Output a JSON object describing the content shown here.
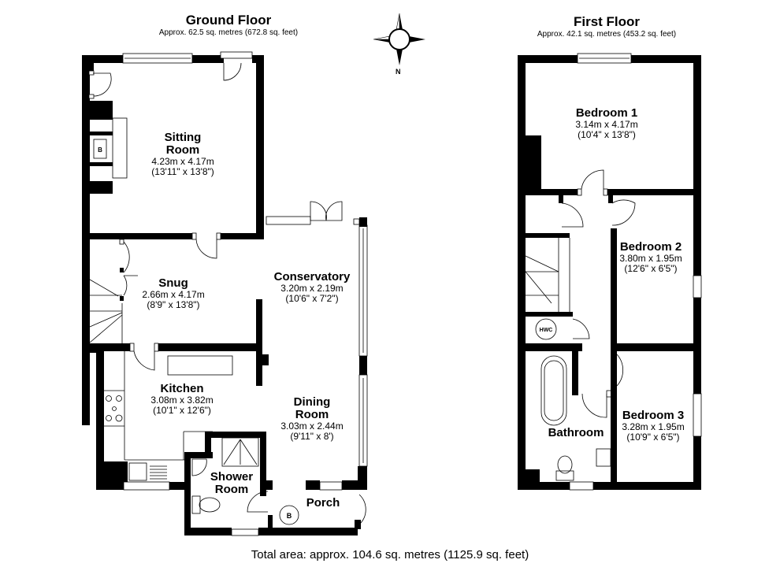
{
  "ground_floor": {
    "title": "Ground Floor",
    "area": "Approx. 62.5 sq. metres (672.8 sq. feet)",
    "rooms": [
      {
        "name_line1": "Sitting",
        "name_line2": "Room",
        "metric": "4.23m x 4.17m",
        "imperial": "(13'11\" x 13'8\")"
      },
      {
        "name_line1": "Snug",
        "name_line2": "",
        "metric": "2.66m x 4.17m",
        "imperial": "(8'9\" x 13'8\")"
      },
      {
        "name_line1": "Conservatory",
        "name_line2": "",
        "metric": "3.20m x 2.19m",
        "imperial": "(10'6\" x 7'2\")"
      },
      {
        "name_line1": "Kitchen",
        "name_line2": "",
        "metric": "3.08m x 3.82m",
        "imperial": "(10'1\" x 12'6\")"
      },
      {
        "name_line1": "Dining",
        "name_line2": "Room",
        "metric": "3.03m x 2.44m",
        "imperial": "(9'11\" x 8')"
      },
      {
        "name_line1": "Shower",
        "name_line2": "Room",
        "metric": "",
        "imperial": ""
      },
      {
        "name_line1": "Porch",
        "name_line2": "",
        "metric": "",
        "imperial": ""
      }
    ],
    "symbols": {
      "boiler_sitting": "B",
      "boiler_porch": "B"
    }
  },
  "first_floor": {
    "title": "First Floor",
    "area": "Approx. 42.1 sq. metres (453.2 sq. feet)",
    "rooms": [
      {
        "name_line1": "Bedroom 1",
        "metric": "3.14m x 4.17m",
        "imperial": "(10'4\" x 13'8\")"
      },
      {
        "name_line1": "Bedroom 2",
        "metric": "3.80m x 1.95m",
        "imperial": "(12'6\" x 6'5\")"
      },
      {
        "name_line1": "Bedroom 3",
        "metric": "3.28m x 1.95m",
        "imperial": "(10'9\" x 6'5\")"
      },
      {
        "name_line1": "Bathroom",
        "metric": "",
        "imperial": ""
      }
    ],
    "symbols": {
      "hwc": "HWC"
    }
  },
  "compass": {
    "north_label": "N"
  },
  "total_area": "Total area: approx. 104.6 sq. metres (1125.9 sq. feet)"
}
